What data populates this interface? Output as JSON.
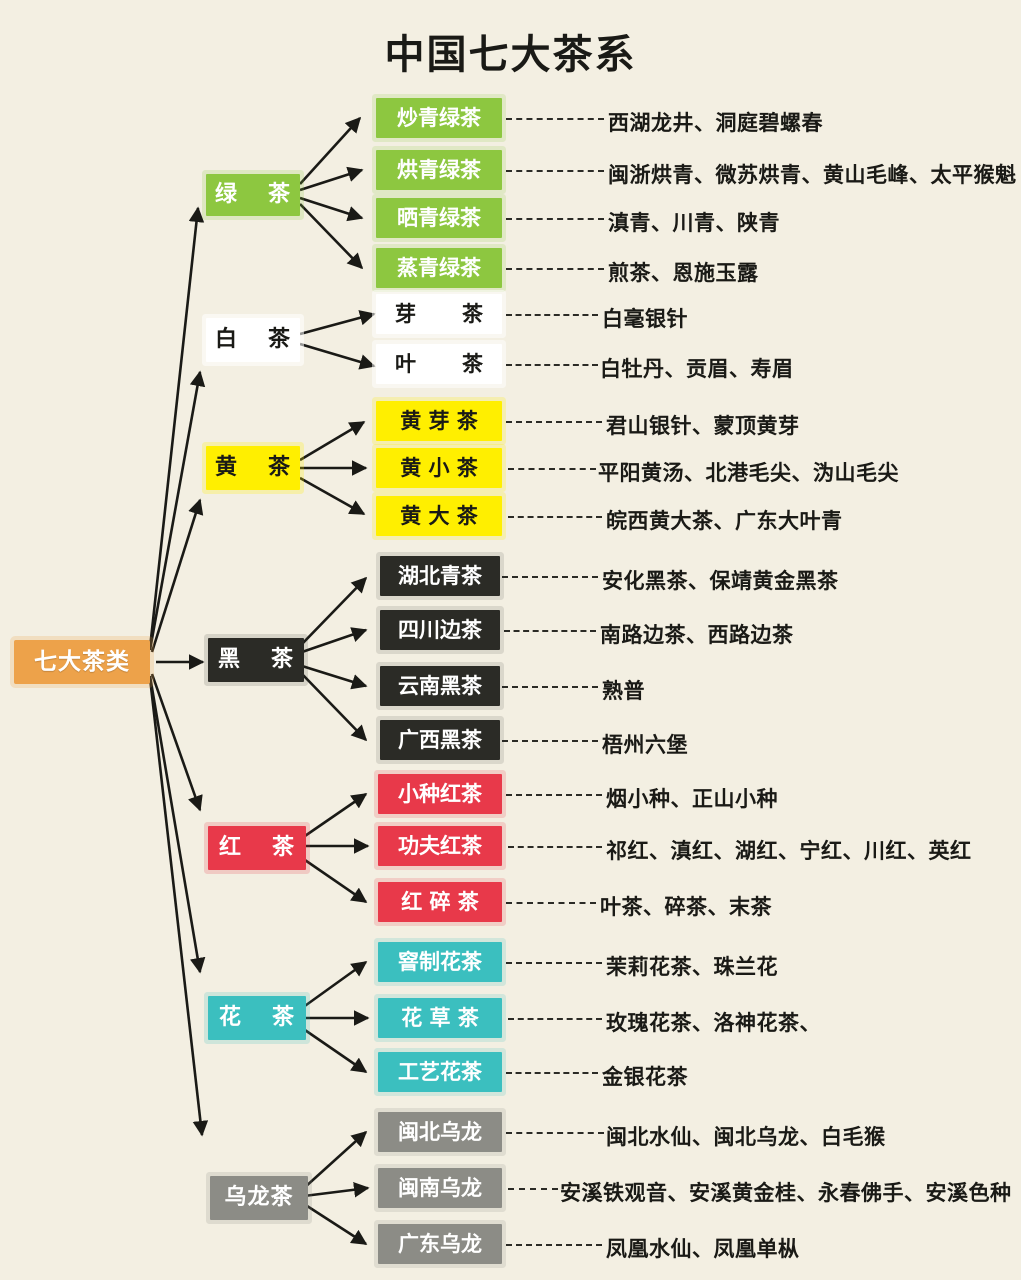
{
  "title": "中国七大茶系",
  "root": {
    "label": "七大茶类",
    "color": "#eda24a"
  },
  "categories": [
    {
      "key": "green",
      "label": "绿 茶",
      "char1": "绿",
      "char2": "茶",
      "color": "#8dc740",
      "text_color": "#ffffff",
      "children": [
        {
          "label": "炒青绿茶",
          "examples": "西湖龙井、洞庭碧螺春"
        },
        {
          "label": "烘青绿茶",
          "examples": "闽浙烘青、微苏烘青、黄山毛峰、太平猴魁"
        },
        {
          "label": "晒青绿茶",
          "examples": "滇青、川青、陕青"
        },
        {
          "label": "蒸青绿茶",
          "examples": "煎茶、恩施玉露"
        }
      ]
    },
    {
      "key": "white",
      "label": "白 茶",
      "char1": "白",
      "char2": "茶",
      "color": "#ffffff",
      "text_color": "#1a1a16",
      "children": [
        {
          "label": "芽 茶",
          "char1": "芽",
          "char2": "茶",
          "examples": "白毫银针"
        },
        {
          "label": "叶 茶",
          "char1": "叶",
          "char2": "茶",
          "examples": "白牡丹、贡眉、寿眉"
        }
      ]
    },
    {
      "key": "yellow",
      "label": "黄 茶",
      "char1": "黄",
      "char2": "茶",
      "color": "#ffef00",
      "text_color": "#1a1a16",
      "children": [
        {
          "label": "黄 芽 茶",
          "examples": "君山银针、蒙顶黄芽"
        },
        {
          "label": "黄 小 茶",
          "examples": "平阳黄汤、北港毛尖、沩山毛尖"
        },
        {
          "label": "黄 大 茶",
          "examples": "皖西黄大茶、广东大叶青"
        }
      ]
    },
    {
      "key": "dark",
      "label": "黑 茶",
      "char1": "黑",
      "char2": "茶",
      "color": "#2b2b26",
      "text_color": "#ffffff",
      "children": [
        {
          "label": "湖北青茶",
          "examples": "安化黑茶、保靖黄金黑茶"
        },
        {
          "label": "四川边茶",
          "examples": "南路边茶、西路边茶"
        },
        {
          "label": "云南黑茶",
          "examples": "熟普"
        },
        {
          "label": "广西黑茶",
          "examples": "梧州六堡"
        }
      ]
    },
    {
      "key": "red",
      "label": "红 茶",
      "char1": "红",
      "char2": "茶",
      "color": "#e8394a",
      "text_color": "#ffffff",
      "children": [
        {
          "label": "小种红茶",
          "examples": "烟小种、正山小种"
        },
        {
          "label": "功夫红茶",
          "examples": "祁红、滇红、湖红、宁红、川红、英红"
        },
        {
          "label": "红 碎 茶",
          "examples": "叶茶、碎茶、末茶"
        }
      ]
    },
    {
      "key": "flower",
      "label": "花 茶",
      "char1": "花",
      "char2": "茶",
      "color": "#3bbfbf",
      "text_color": "#ffffff",
      "children": [
        {
          "label": "窨制花茶",
          "examples": "茉莉花茶、珠兰花"
        },
        {
          "label": "花 草 茶",
          "examples": "玫瑰花茶、洛神花茶、"
        },
        {
          "label": "工艺花茶",
          "examples": "金银花茶"
        }
      ]
    },
    {
      "key": "oolong",
      "label": "乌龙茶",
      "char1": "乌龙",
      "char2": "茶",
      "color": "#8c8c86",
      "text_color": "#ffffff",
      "children": [
        {
          "label": "闽北乌龙",
          "examples": "闽北水仙、闽北乌龙、白毛猴"
        },
        {
          "label": "闽南乌龙",
          "examples": "安溪铁观音、安溪黄金桂、永春佛手、安溪色种"
        },
        {
          "label": "广东乌龙",
          "examples": "凤凰水仙、凤凰单枞"
        }
      ]
    }
  ],
  "background_color": "#f3efe2"
}
